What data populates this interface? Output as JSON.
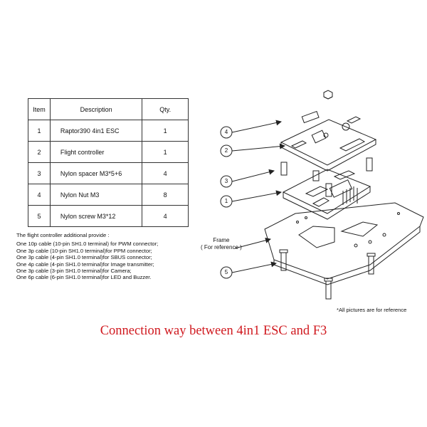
{
  "table": {
    "headers": [
      "Item",
      "Description",
      "Qty."
    ],
    "rows": [
      {
        "item": "1",
        "description": "Raptor390 4in1 ESC",
        "qty": "1"
      },
      {
        "item": "2",
        "description": "Flight controller",
        "qty": "1"
      },
      {
        "item": "3",
        "description": "Nylon spacer M3*5+6",
        "qty": "4"
      },
      {
        "item": "4",
        "description": "Nylon Nut M3",
        "qty": "8"
      },
      {
        "item": "5",
        "description": "Nylon screw M3*12",
        "qty": "4"
      }
    ]
  },
  "notes": {
    "heading": "The flight controller additional provide :",
    "lines": [
      "One 10p cable (10-pin SH1.0 terminal) for PWM connector;",
      "One 3p cable (10-pin SH1.0 terminal)for PPM connector;",
      "One 3p cable (4-pin SH1.0 terminal)for SBUS connector;",
      "One 4p cable (4-pin SH1.0 terminal)for Image transmitter;",
      "One 3p cable (3-pin SH1.0 terminal)for Camera;",
      "One 6p cable (6-pin SH1.0 terminal)for LED and Buzzer."
    ]
  },
  "diagram": {
    "callouts": [
      "4",
      "2",
      "3",
      "1",
      "5"
    ],
    "frame_label": "Frame",
    "frame_sublabel": "( For reference )",
    "reference_note": "*All pictures are for reference"
  },
  "caption": "Connection way between 4in1 ESC and F3",
  "colors": {
    "caption": "#d0191f",
    "line": "#222222"
  }
}
